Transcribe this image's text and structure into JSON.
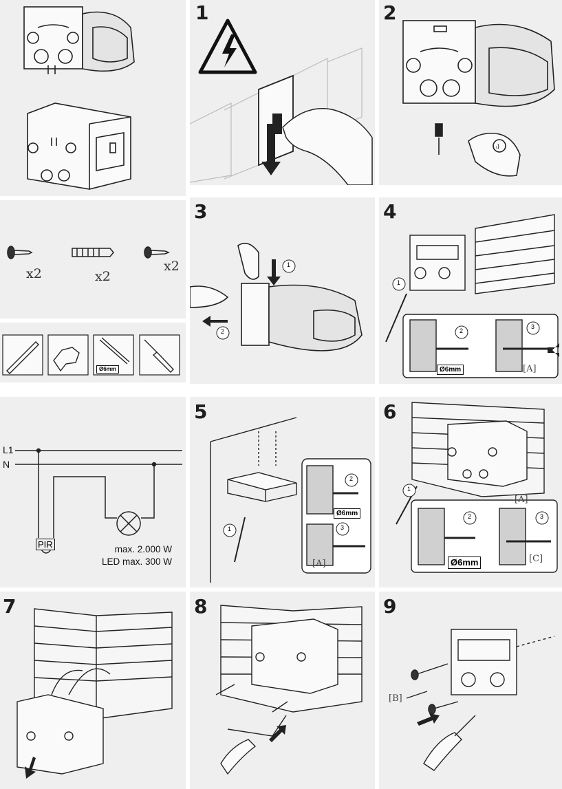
{
  "steps": {
    "s1": "1",
    "s2": "2",
    "s3": "3",
    "s4": "4",
    "s5": "5",
    "s6": "6",
    "s7": "7",
    "s8": "8",
    "s9": "9"
  },
  "parts": {
    "count_screw": "x2",
    "count_plug": "x2",
    "count_small": "x2"
  },
  "tools": {
    "drill_bit": "Ø6mm"
  },
  "wiring": {
    "l1": "L1",
    "n": "N",
    "pir": "PIR",
    "max_power": "max. 2.000 W",
    "led_max": "LED max. 300 W"
  },
  "callouts": {
    "c1": "1",
    "c2": "2",
    "c3": "3",
    "drill": "Ø6mm",
    "ref_a": "[A]",
    "ref_b": "[B]",
    "ref_c": "[C]"
  }
}
